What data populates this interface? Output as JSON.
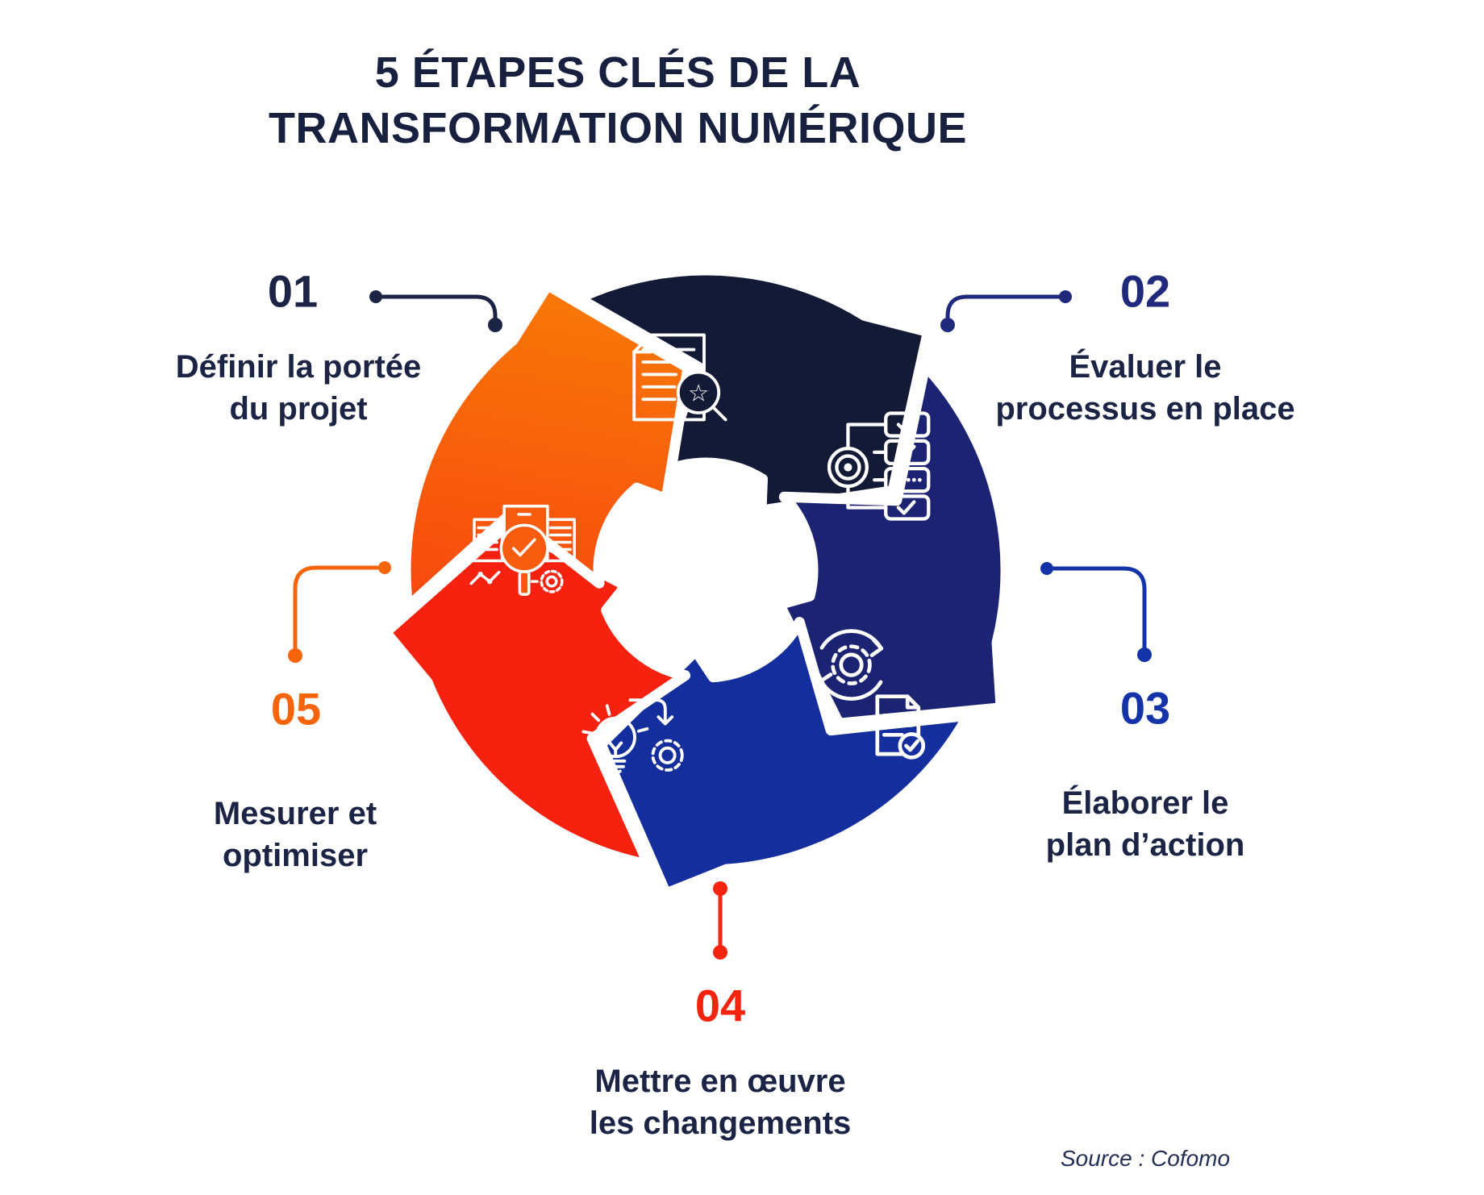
{
  "title": {
    "line1": "5 ÉTAPES CLÉS DE LA",
    "line2": "TRANSFORMATION NUMÉRIQUE"
  },
  "source": "Source : Cofomo",
  "diagram": {
    "type": "cycle",
    "direction": "clockwise",
    "segment_count": 5,
    "center_shape": "white-circle"
  },
  "title_color": "#17203f",
  "text_color": "#1b2444",
  "source_color": "#252e55",
  "steps": [
    {
      "number": "01",
      "label": "Définir la portée\ndu projet",
      "accent_color": "#1b2444",
      "segment_color": "#121a36",
      "icon": "document-search-icon"
    },
    {
      "number": "02",
      "label": "Évaluer le\nprocessus en place",
      "accent_color": "#202a7c",
      "segment_color": "#1c2373",
      "icon": "process-checklist-icon"
    },
    {
      "number": "03",
      "label": "Élaborer le\nplan d’action",
      "accent_color": "#1433a8",
      "segment_color": "#152e9e",
      "icon": "action-plan-gears-icon"
    },
    {
      "number": "04",
      "label": "Mettre en œuvre\nles changements",
      "accent_color": "#f6230f",
      "segment_color": "#f6220f",
      "icon": "idea-implementation-icon"
    },
    {
      "number": "05",
      "label": "Mesurer et\noptimiser",
      "accent_color": "#f8640a",
      "segment_color": "#f85c0e",
      "segment_color_gradient": [
        "#f8480f",
        "#f87607"
      ],
      "icon_bg": "#f85c0e",
      "icon": "measure-optimize-icon"
    }
  ]
}
